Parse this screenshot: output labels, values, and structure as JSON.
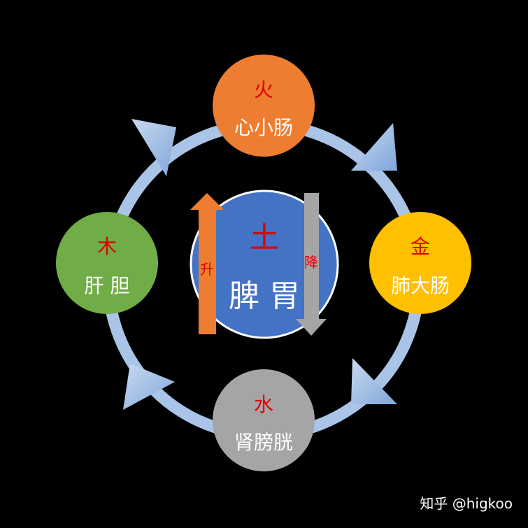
{
  "nodes": {
    "fire": {
      "element": "火",
      "organs": "心小肠",
      "color": "#ED7D31"
    },
    "metal": {
      "element": "金",
      "organs": "肺大肠",
      "color": "#FFC000"
    },
    "water": {
      "element": "水",
      "organs": "肾膀胱",
      "color": "#A5A5A5"
    },
    "wood": {
      "element": "木",
      "organs": "肝 胆",
      "color": "#70AD47"
    },
    "earth": {
      "element": "土",
      "organs": "脾 胃",
      "color": "#4472C4"
    }
  },
  "arrows": {
    "rise": {
      "label": "升",
      "color": "#ED7D31"
    },
    "descend": {
      "label": "降",
      "color": "#A5A5A5"
    }
  },
  "colors": {
    "element_text": "#E00000",
    "organ_text": "#FFFFFF",
    "cycle_ring": "#A9C4E6",
    "cycle_arrow": "#8FB3E0",
    "background": "#000000"
  },
  "watermark": "知乎 @higkoo"
}
